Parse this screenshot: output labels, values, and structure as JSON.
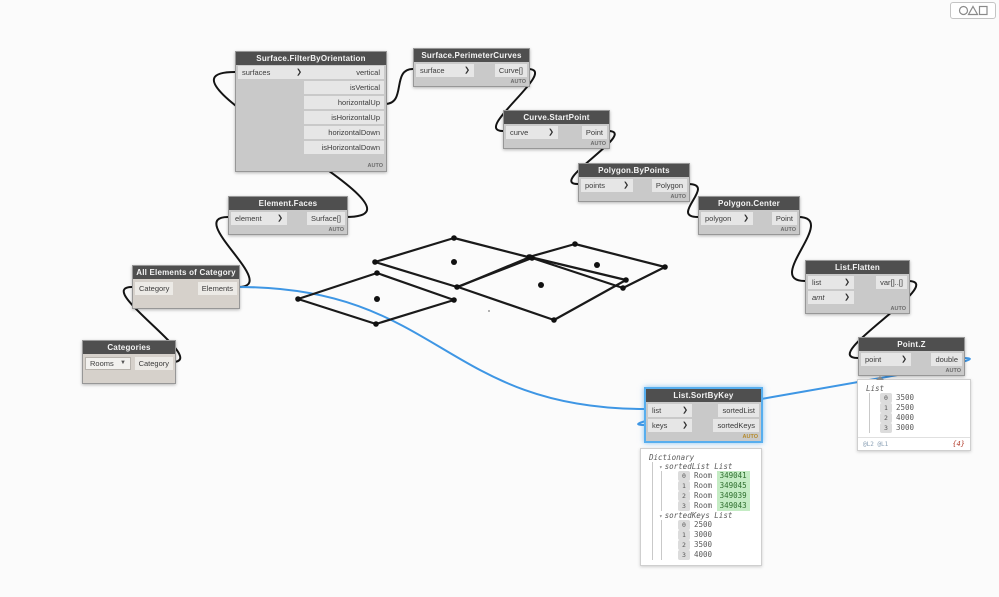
{
  "canvas": {
    "background": "#fbfbfb",
    "wire_color": "#141414",
    "highlight_color": "#3e96e4",
    "selection_color": "#57aeee"
  },
  "toolbar": {
    "geometry_button": "geometry-shapes"
  },
  "nodes": {
    "surface_filter": {
      "title": "Surface.FilterByOrientation",
      "inputs": [
        "surfaces"
      ],
      "outputs": [
        "vertical",
        "isVertical",
        "horizontalUp",
        "isHorizontalUp",
        "horizontalDown",
        "isHorizontalDown"
      ],
      "lacing": "AUTO"
    },
    "surface_perimeter": {
      "title": "Surface.PerimeterCurves",
      "inputs": [
        "surface"
      ],
      "outputs": [
        "Curve[]"
      ],
      "lacing": "AUTO"
    },
    "curve_startpoint": {
      "title": "Curve.StartPoint",
      "inputs": [
        "curve"
      ],
      "outputs": [
        "Point"
      ],
      "lacing": "AUTO"
    },
    "polygon_bypoints": {
      "title": "Polygon.ByPoints",
      "inputs": [
        "points"
      ],
      "outputs": [
        "Polygon"
      ],
      "lacing": "AUTO"
    },
    "polygon_center": {
      "title": "Polygon.Center",
      "inputs": [
        "polygon"
      ],
      "outputs": [
        "Point"
      ],
      "lacing": "AUTO"
    },
    "list_flatten": {
      "title": "List.Flatten",
      "inputs": [
        "list",
        "amt"
      ],
      "outputs": [
        "var[]..[]"
      ],
      "lacing": "AUTO"
    },
    "point_z": {
      "title": "Point.Z",
      "inputs": [
        "point"
      ],
      "outputs": [
        "double"
      ],
      "lacing": "AUTO"
    },
    "element_faces": {
      "title": "Element.Faces",
      "inputs": [
        "element"
      ],
      "outputs": [
        "Surface[]"
      ],
      "lacing": "AUTO"
    },
    "all_elements": {
      "title": "All Elements of Category",
      "inputs": [
        "Category"
      ],
      "outputs": [
        "Elements"
      ]
    },
    "categories": {
      "title": "Categories",
      "dropdown_value": "Rooms",
      "outputs": [
        "Category"
      ]
    },
    "list_sortbykey": {
      "title": "List.SortByKey",
      "inputs": [
        "list",
        "keys"
      ],
      "outputs": [
        "sortedList",
        "sortedKeys"
      ],
      "lacing": "AUTO"
    }
  },
  "previews": {
    "point_z": {
      "root": "List",
      "items": [
        {
          "index": "0",
          "value": "3500"
        },
        {
          "index": "1",
          "value": "2500"
        },
        {
          "index": "2",
          "value": "4000"
        },
        {
          "index": "3",
          "value": "3000"
        }
      ],
      "levels": "@L2 @L1",
      "count": "{4}"
    },
    "sortbykey": {
      "root": "Dictionary",
      "groups": [
        {
          "label": "sortedList List",
          "items": [
            {
              "index": "0",
              "prefix": "Room",
              "value": "349041"
            },
            {
              "index": "1",
              "prefix": "Room",
              "value": "349045"
            },
            {
              "index": "2",
              "prefix": "Room",
              "value": "349039"
            },
            {
              "index": "3",
              "prefix": "Room",
              "value": "349043"
            }
          ]
        },
        {
          "label": "sortedKeys List",
          "items": [
            {
              "index": "0",
              "value": "2500"
            },
            {
              "index": "1",
              "value": "3000"
            },
            {
              "index": "2",
              "value": "3500"
            },
            {
              "index": "3",
              "value": "4000"
            }
          ]
        }
      ]
    }
  }
}
